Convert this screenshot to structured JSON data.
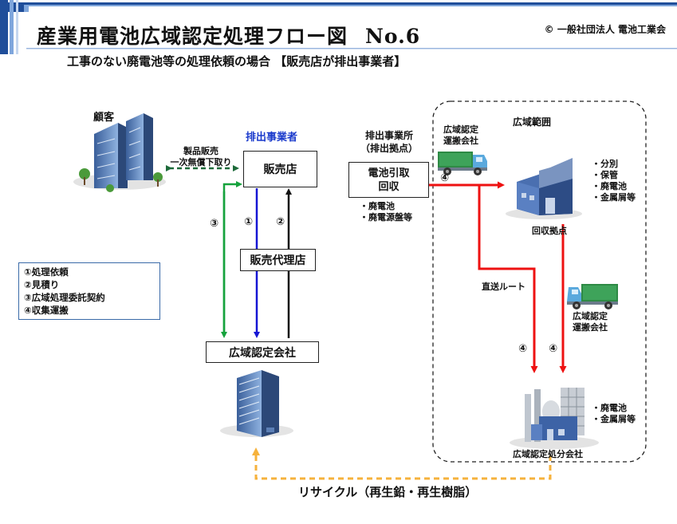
{
  "header": {
    "title": "産業用電池広域認定処理フロー図",
    "number": "No.6",
    "copyright": "© 一般社団法人 電池工業会",
    "subtitle": "工事のない廃電池等の処理依頼の場合 【販売店が排出事業者】"
  },
  "nodes": {
    "customer": "顧客",
    "discharger_label": "排出事業者",
    "store": "販売店",
    "agent": "販売代理店",
    "company": "広域認定会社",
    "site_line1": "排出事業所",
    "site_line2": "（排出拠点）",
    "pickup_line1": "電池引取",
    "pickup_line2": "回収",
    "site_items": [
      "・廃電池",
      "・廃電源盤等"
    ],
    "area": "広域範囲",
    "transport_top_line1": "広域認定",
    "transport_top_line2": "運搬会社",
    "transport_mid_line1": "広域認定",
    "transport_mid_line2": "運搬会社",
    "collection_items": [
      "・分別",
      "・保管",
      "・廃電池",
      "・金属屑等"
    ],
    "collection": "回収拠点",
    "direct_route": "直送ルート",
    "disposal_items": [
      "・廃電池",
      "・金属屑等"
    ],
    "disposal": "広域認定処分会社"
  },
  "arrows": {
    "sale_line1": "製品販売",
    "sale_line2": "一次無償下取り",
    "n1": "①",
    "n2": "②",
    "n3": "③",
    "n4a": "④",
    "n4b": "④",
    "n4c": "④"
  },
  "legend": [
    "①処理依頼",
    "②見積り",
    "③広域処理委託契約",
    "④収集運搬"
  ],
  "recycle": "リサイクル（再生鉛・再生樹脂）",
  "colors": {
    "green": "#15a23c",
    "blue": "#1515d4",
    "black": "#111111",
    "red": "#ee1111",
    "orange": "#f6b23c",
    "dark_green": "#1d6a3a",
    "stripe": "#1f4e9a"
  },
  "icons": [
    "office-buildings-icon",
    "factory-icon",
    "truck-icon",
    "office-tower-icon",
    "recycling-plant-icon"
  ]
}
